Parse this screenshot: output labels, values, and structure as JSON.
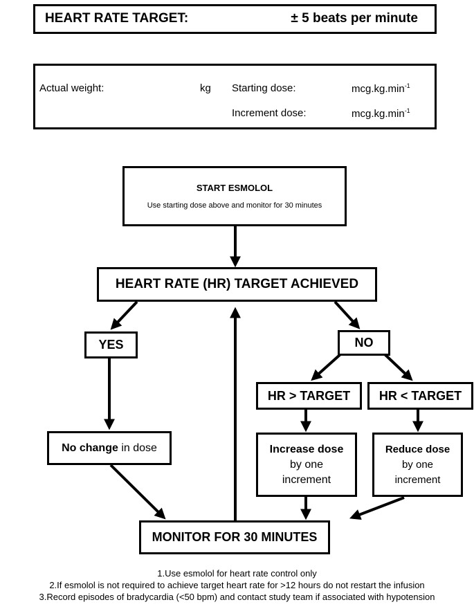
{
  "header": {
    "label": "HEART RATE TARGET:",
    "value": "± 5 beats per minute"
  },
  "dosing": {
    "weight_label": "Actual weight:",
    "weight_unit": "kg",
    "starting_label": "Starting dose:",
    "increment_label": "Increment dose:",
    "dose_unit": "mcg.kg.min",
    "dose_unit_exp": "-1"
  },
  "flow": {
    "start_title": "START ESMOLOL",
    "start_sub": "Use starting dose above and monitor for 30 minutes",
    "target_achieved": "HEART RATE (HR) TARGET ACHIEVED",
    "yes": "YES",
    "no": "NO",
    "no_change_bold": "No change",
    "no_change_rest": " in dose",
    "hr_above": "HR > TARGET",
    "hr_below": "HR < TARGET",
    "increase_bold": "Increase dose",
    "increase_line2": "by one",
    "increase_line3": "increment",
    "reduce_bold": "Reduce dose",
    "reduce_line2": "by one",
    "reduce_line3": "increment",
    "monitor": "MONITOR FOR 30 MINUTES"
  },
  "notes": [
    "1.Use esmolol for heart rate control only",
    "2.If esmolol is not required to achieve target heart rate for >12 hours do not restart the infusion",
    "3.Record episodes of bradycardia (<50 bpm) and contact study team if associated with hypotension"
  ]
}
